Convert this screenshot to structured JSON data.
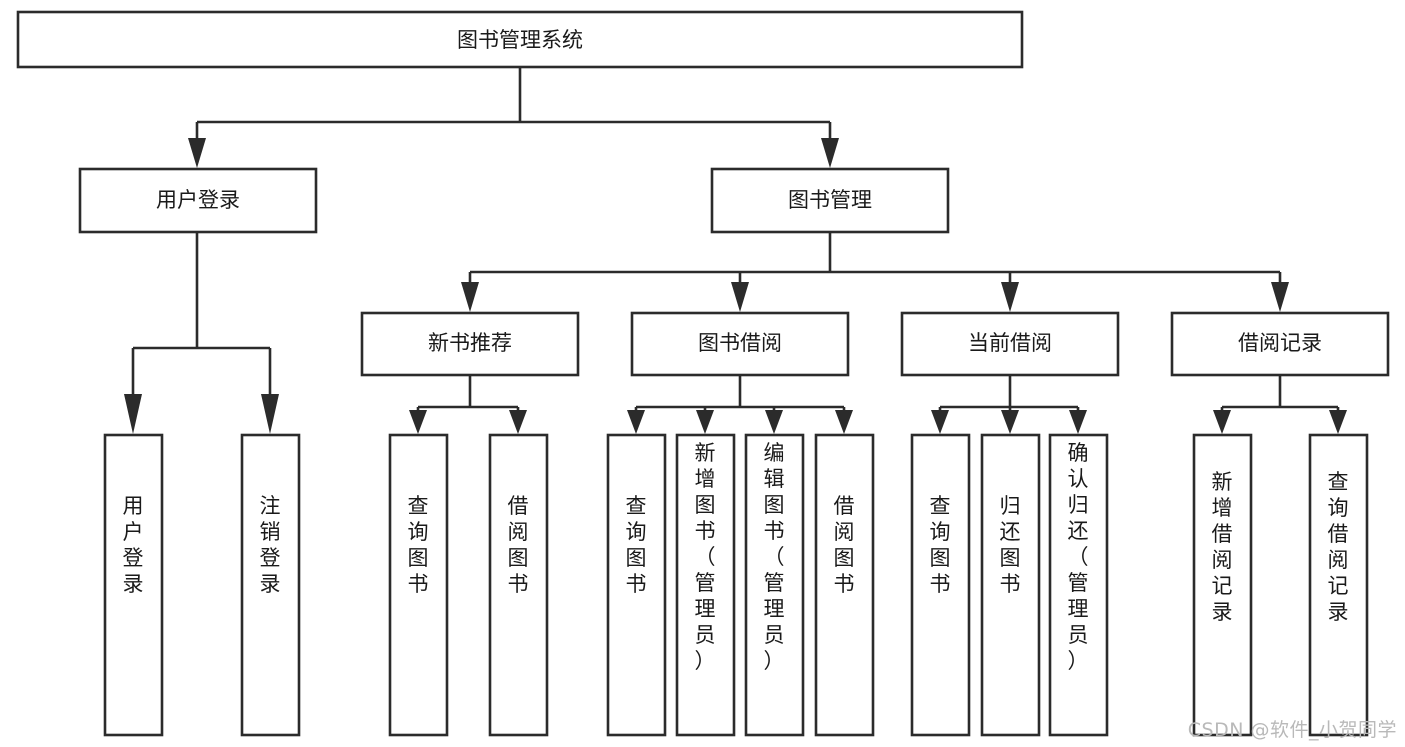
{
  "diagram": {
    "type": "tree-hierarchy",
    "title": "图书管理系统",
    "watermark": "CSDN @软件_小贺同学",
    "colors": {
      "box_stroke": "#2b2b2b",
      "box_fill": "#ffffff",
      "connector": "#2b2b2b",
      "text": "#1a1a1a",
      "background": "#ffffff",
      "watermark": "#b9b9b9"
    },
    "levels": {
      "root": {
        "label": "图书管理系统"
      },
      "level2": [
        {
          "id": "user-login",
          "label": "用户登录"
        },
        {
          "id": "book-management",
          "label": "图书管理"
        }
      ],
      "level3": [
        {
          "id": "new-book-recommend",
          "label": "新书推荐",
          "parent": "book-management"
        },
        {
          "id": "book-borrow",
          "label": "图书借阅",
          "parent": "book-management"
        },
        {
          "id": "current-borrow",
          "label": "当前借阅",
          "parent": "book-management"
        },
        {
          "id": "borrow-record",
          "label": "借阅记录",
          "parent": "book-management"
        }
      ],
      "leaves": [
        {
          "id": "leaf-user-login",
          "label": "用户登录",
          "parent": "user-login"
        },
        {
          "id": "leaf-logout",
          "label": "注销登录",
          "parent": "user-login"
        },
        {
          "id": "leaf-query-book-1",
          "label": "查询图书",
          "parent": "new-book-recommend"
        },
        {
          "id": "leaf-borrow-book-1",
          "label": "借阅图书",
          "parent": "new-book-recommend"
        },
        {
          "id": "leaf-query-book-2",
          "label": "查询图书",
          "parent": "book-borrow"
        },
        {
          "id": "leaf-add-book",
          "label": "新增图书（管理员）",
          "parent": "book-borrow"
        },
        {
          "id": "leaf-edit-book",
          "label": "编辑图书（管理员）",
          "parent": "book-borrow"
        },
        {
          "id": "leaf-borrow-book-2",
          "label": "借阅图书",
          "parent": "book-borrow"
        },
        {
          "id": "leaf-query-book-3",
          "label": "查询图书",
          "parent": "current-borrow"
        },
        {
          "id": "leaf-return-book",
          "label": "归还图书",
          "parent": "current-borrow"
        },
        {
          "id": "leaf-confirm-return",
          "label": "确认归还（管理员）",
          "parent": "current-borrow"
        },
        {
          "id": "leaf-add-record",
          "label": "新增借阅记录",
          "parent": "borrow-record"
        },
        {
          "id": "leaf-query-record",
          "label": "查询借阅记录",
          "parent": "borrow-record"
        }
      ]
    }
  }
}
